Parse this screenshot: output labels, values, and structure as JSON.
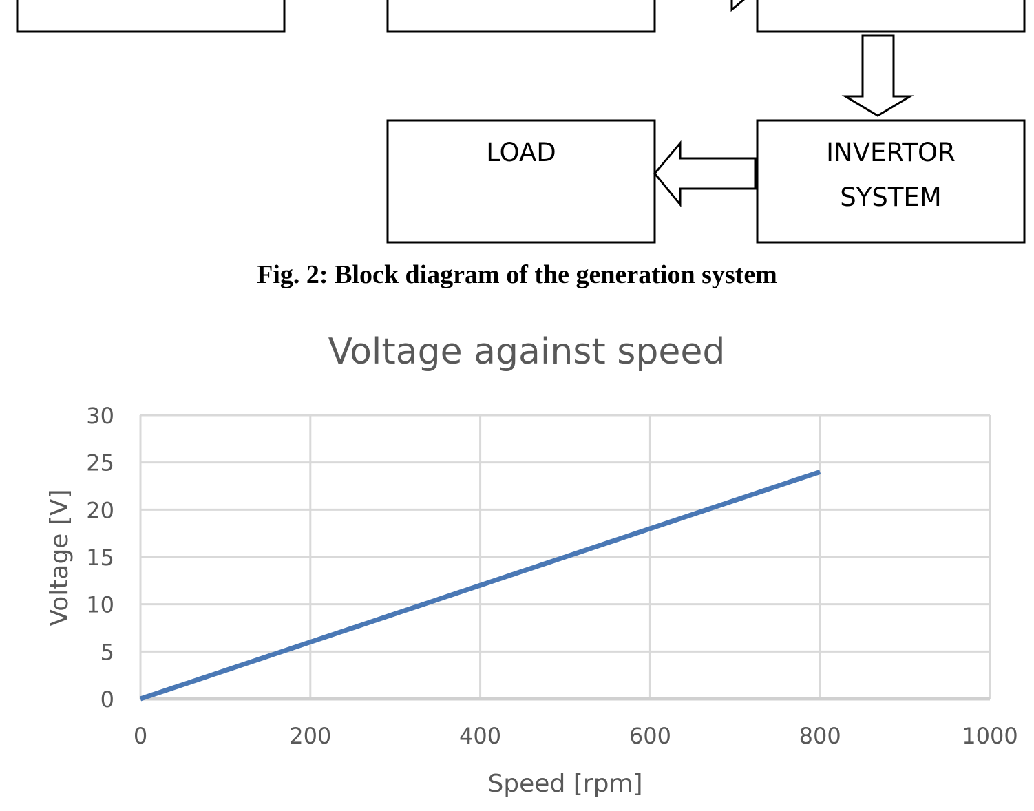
{
  "diagram": {
    "blocks": {
      "load": {
        "lines": [
          "LOAD"
        ]
      },
      "inverter": {
        "lines": [
          "INVERTOR",
          "SYSTEM"
        ]
      }
    }
  },
  "figure_caption": "Fig. 2: Block diagram of the generation system",
  "colors": {
    "series": "#4a78b5",
    "grid": "#d9d9d9",
    "text": "#595959"
  },
  "chart_data": {
    "type": "line",
    "title": "Voltage against speed",
    "xlabel": "Speed [rpm]",
    "ylabel": "Voltage [V]",
    "xlim": [
      0,
      1000
    ],
    "ylim": [
      0,
      30
    ],
    "xticks": [
      0,
      200,
      400,
      600,
      800,
      1000
    ],
    "yticks": [
      0,
      5,
      10,
      15,
      20,
      25,
      30
    ],
    "grid": true,
    "series": [
      {
        "x": [
          0,
          200,
          400,
          600,
          800
        ],
        "y": [
          0,
          6,
          12,
          18,
          24
        ]
      }
    ]
  }
}
